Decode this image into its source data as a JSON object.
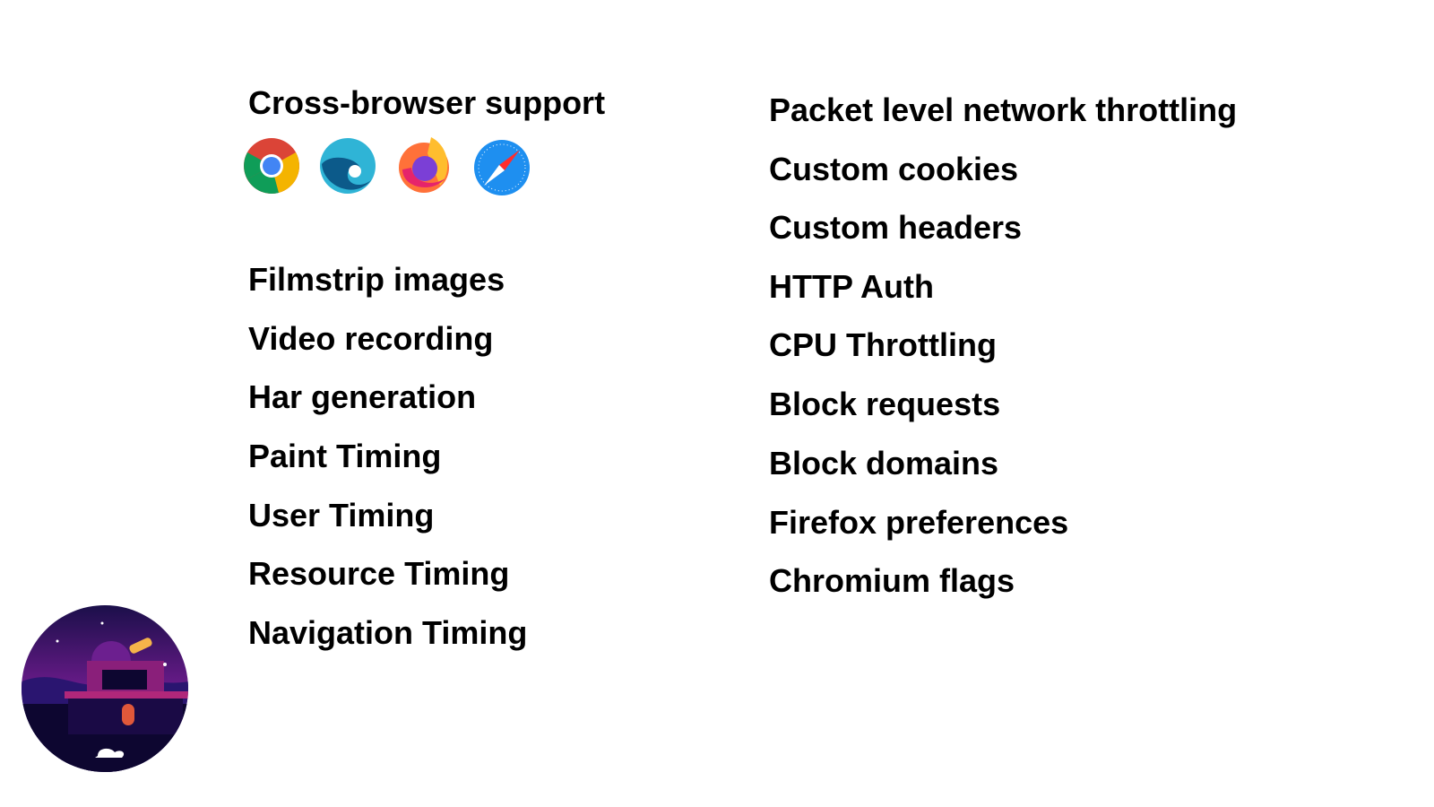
{
  "left": {
    "title": "Cross-browser support",
    "browsers": [
      "chrome-icon",
      "edge-icon",
      "firefox-icon",
      "safari-icon"
    ],
    "features": [
      "Filmstrip images",
      "Video recording",
      "Har generation",
      "Paint Timing",
      "User Timing",
      "Resource Timing",
      "Navigation Timing"
    ]
  },
  "right": {
    "features": [
      "Packet level network throttling",
      "Custom cookies",
      "Custom headers",
      "HTTP Auth",
      "CPU Throttling",
      "Block requests",
      "Block domains",
      "Firefox preferences",
      "Chromium flags"
    ]
  }
}
